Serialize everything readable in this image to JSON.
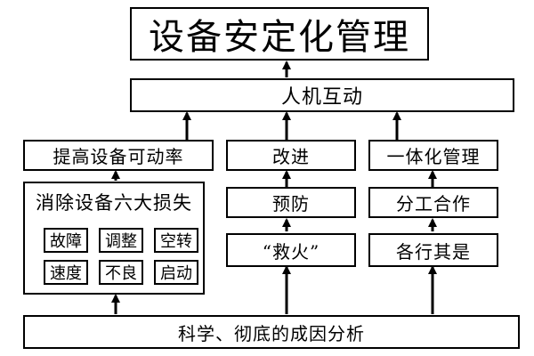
{
  "diagram": {
    "title": "设备安定化管理",
    "interaction": "人机互动",
    "left_top": "提高设备可动率",
    "middle_top": "改进",
    "right_top": "一体化管理",
    "middle_mid": "预防",
    "right_mid": "分工合作",
    "middle_low": "“救火”",
    "right_low": "各行其是",
    "losses_group": {
      "title": "消除设备六大损失",
      "items": [
        "故障",
        "调整",
        "空转",
        "速度",
        "不良",
        "启动"
      ]
    },
    "bottom": "科学、彻底的成因分析"
  }
}
